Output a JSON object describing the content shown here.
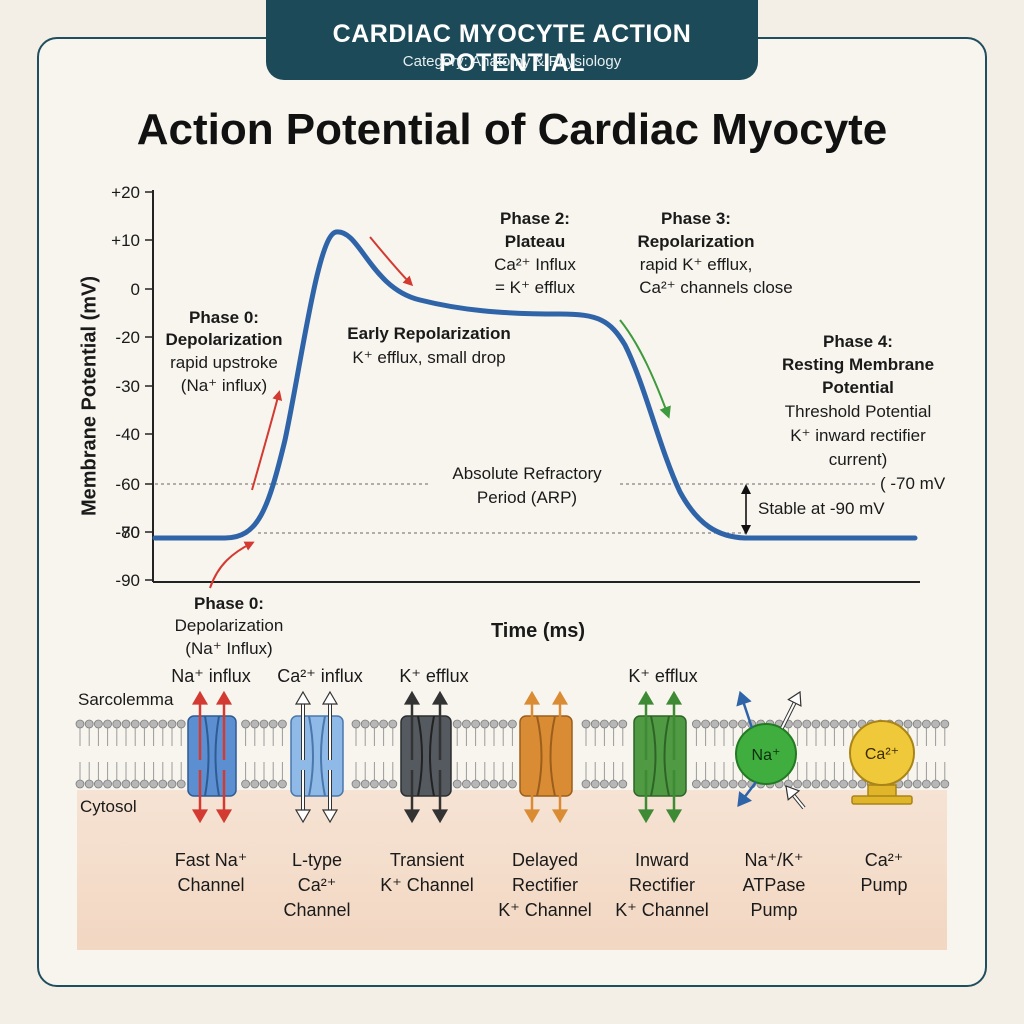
{
  "header": {
    "title": "CARDIAC MYOCYTE ACTION POTENTIAL",
    "category": "Category: Anatomy & Physiology"
  },
  "title": "Action Potential of Cardiac Myocyte",
  "axes": {
    "ylabel": "Membrane Potential (mV)",
    "xlabel": "Time (ms)",
    "yticks": [
      "+20",
      "+10",
      "0",
      "-20",
      "-30",
      "-40",
      "-60",
      "-70",
      "-80",
      "-90"
    ]
  },
  "annotations": {
    "phase0_top": {
      "title": "Phase 0:",
      "subtitle": "Depolarization",
      "line1": "rapid upstroke",
      "line2": "(Na⁺ influx)"
    },
    "phase0_bottom": {
      "title": "Phase 0:",
      "line1": "Depolarization",
      "line2": "(Na⁺ Influx)"
    },
    "early_repol": {
      "title": "Early Repolarization",
      "line1": "K⁺ efflux, small drop"
    },
    "phase2": {
      "title": "Phase 2:",
      "subtitle": "Plateau",
      "line1": "Ca²⁺ Influx",
      "line2": "= K⁺ efflux"
    },
    "phase3": {
      "title": "Phase 3:",
      "subtitle": "Repolarization",
      "line1": "rapid K⁺ efflux,",
      "line2": "Ca²⁺ channels close"
    },
    "phase4": {
      "title": "Phase 4:",
      "subtitle": "Resting Membrane",
      "subtitle2": "Potential",
      "line1": "Threshold Potential",
      "line2": "K⁺ inward rectifier",
      "line3": "current)"
    },
    "arp": {
      "line1": "Absolute Refractory",
      "line2": "Period (ARP)"
    },
    "threshold": "( -70 mV",
    "stable": "Stable at -90 mV"
  },
  "membrane": {
    "sarcolemma": "Sarcolemma",
    "cytosol": "Cytosol",
    "flux": {
      "na_influx": "Na⁺ influx",
      "ca_influx": "Ca²⁺ influx",
      "k_efflux_1": "K⁺ efflux",
      "k_efflux_2": "K⁺ efflux"
    },
    "pump_na": "Na⁺",
    "pump_ca": "Ca²⁺",
    "channels": [
      {
        "l1": "Fast Na⁺",
        "l2": "Channel",
        "l3": ""
      },
      {
        "l1": "L-type",
        "l2": "Ca²⁺",
        "l3": "Channel"
      },
      {
        "l1": "Transient",
        "l2": "K⁺ Channel",
        "l3": ""
      },
      {
        "l1": "Delayed",
        "l2": "Rectifier",
        "l3": "K⁺ Channel"
      },
      {
        "l1": "Inward",
        "l2": "Rectifier",
        "l3": "K⁺ Channel"
      },
      {
        "l1": "Na⁺/K⁺",
        "l2": "ATPase",
        "l3": "Pump"
      },
      {
        "l1": "Ca²⁺",
        "l2": "Pump",
        "l3": ""
      }
    ]
  },
  "colors": {
    "header": "#1d4a58",
    "curve": "#2f64a8",
    "na_channel": "#5b8fd1",
    "ca_channel": "#8fb9e6",
    "k_transient": "#555a60",
    "k_delayed": "#d98c34",
    "k_inward": "#4f9a43",
    "na_pump": "#3fae3f",
    "ca_pump": "#f0c93a",
    "red_arrow": "#d23a32",
    "green_arrow": "#3e9a3e"
  }
}
